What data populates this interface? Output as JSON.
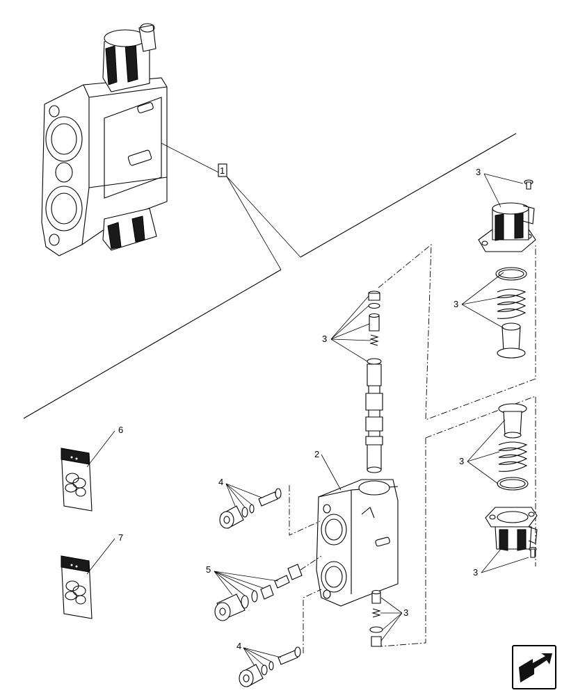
{
  "callouts": {
    "c1": "1",
    "c2": "2",
    "c3a": "3",
    "c3b": "3",
    "c3c": "3",
    "c3d": "3",
    "c3e": "3",
    "c3f": "3",
    "c4a": "4",
    "c4b": "4",
    "c5": "5",
    "c6": "6",
    "c7": "7"
  },
  "icons": {
    "navigation": "next-page-arrow-icon"
  }
}
